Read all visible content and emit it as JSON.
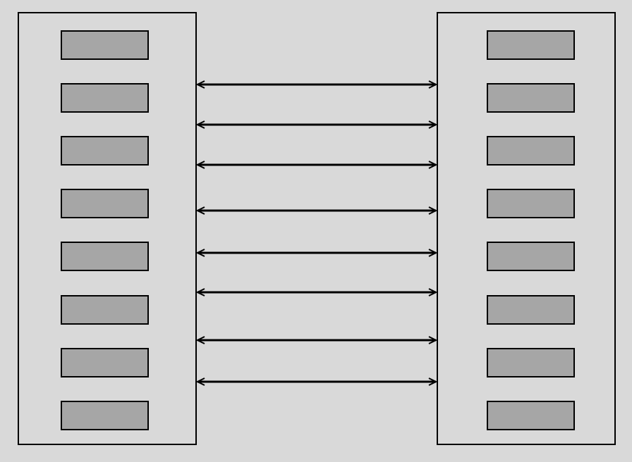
{
  "colors": {
    "background": "#d9d9d9",
    "panel_fill": "#d9d9d9",
    "panel_stroke": "#000000",
    "slot_fill": "#a6a6a6",
    "slot_stroke": "#000000",
    "arrow": "#000000"
  },
  "left_panel": {
    "slot_count": 8
  },
  "right_panel": {
    "slot_count": 8
  },
  "connections": {
    "count": 8,
    "style": "double-headed-arrow"
  }
}
